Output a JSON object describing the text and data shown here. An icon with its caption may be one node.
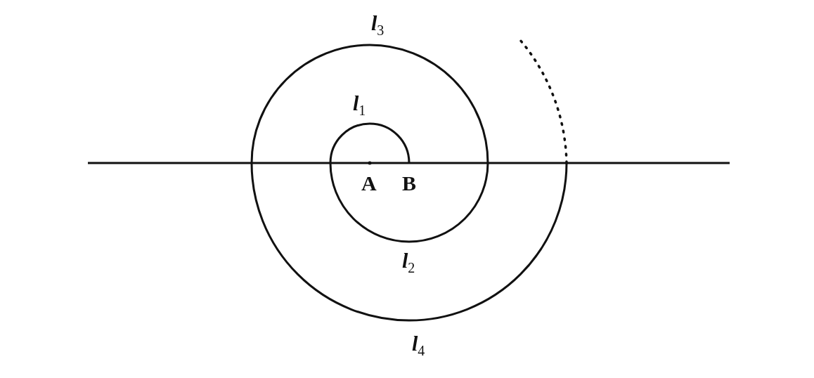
{
  "diagram": {
    "labels": [
      "l$_{3}$",
      "l$_{1}$",
      "A",
      "B",
      "l$_{2}$",
      "l$_{4}$"
    ]
  }
}
